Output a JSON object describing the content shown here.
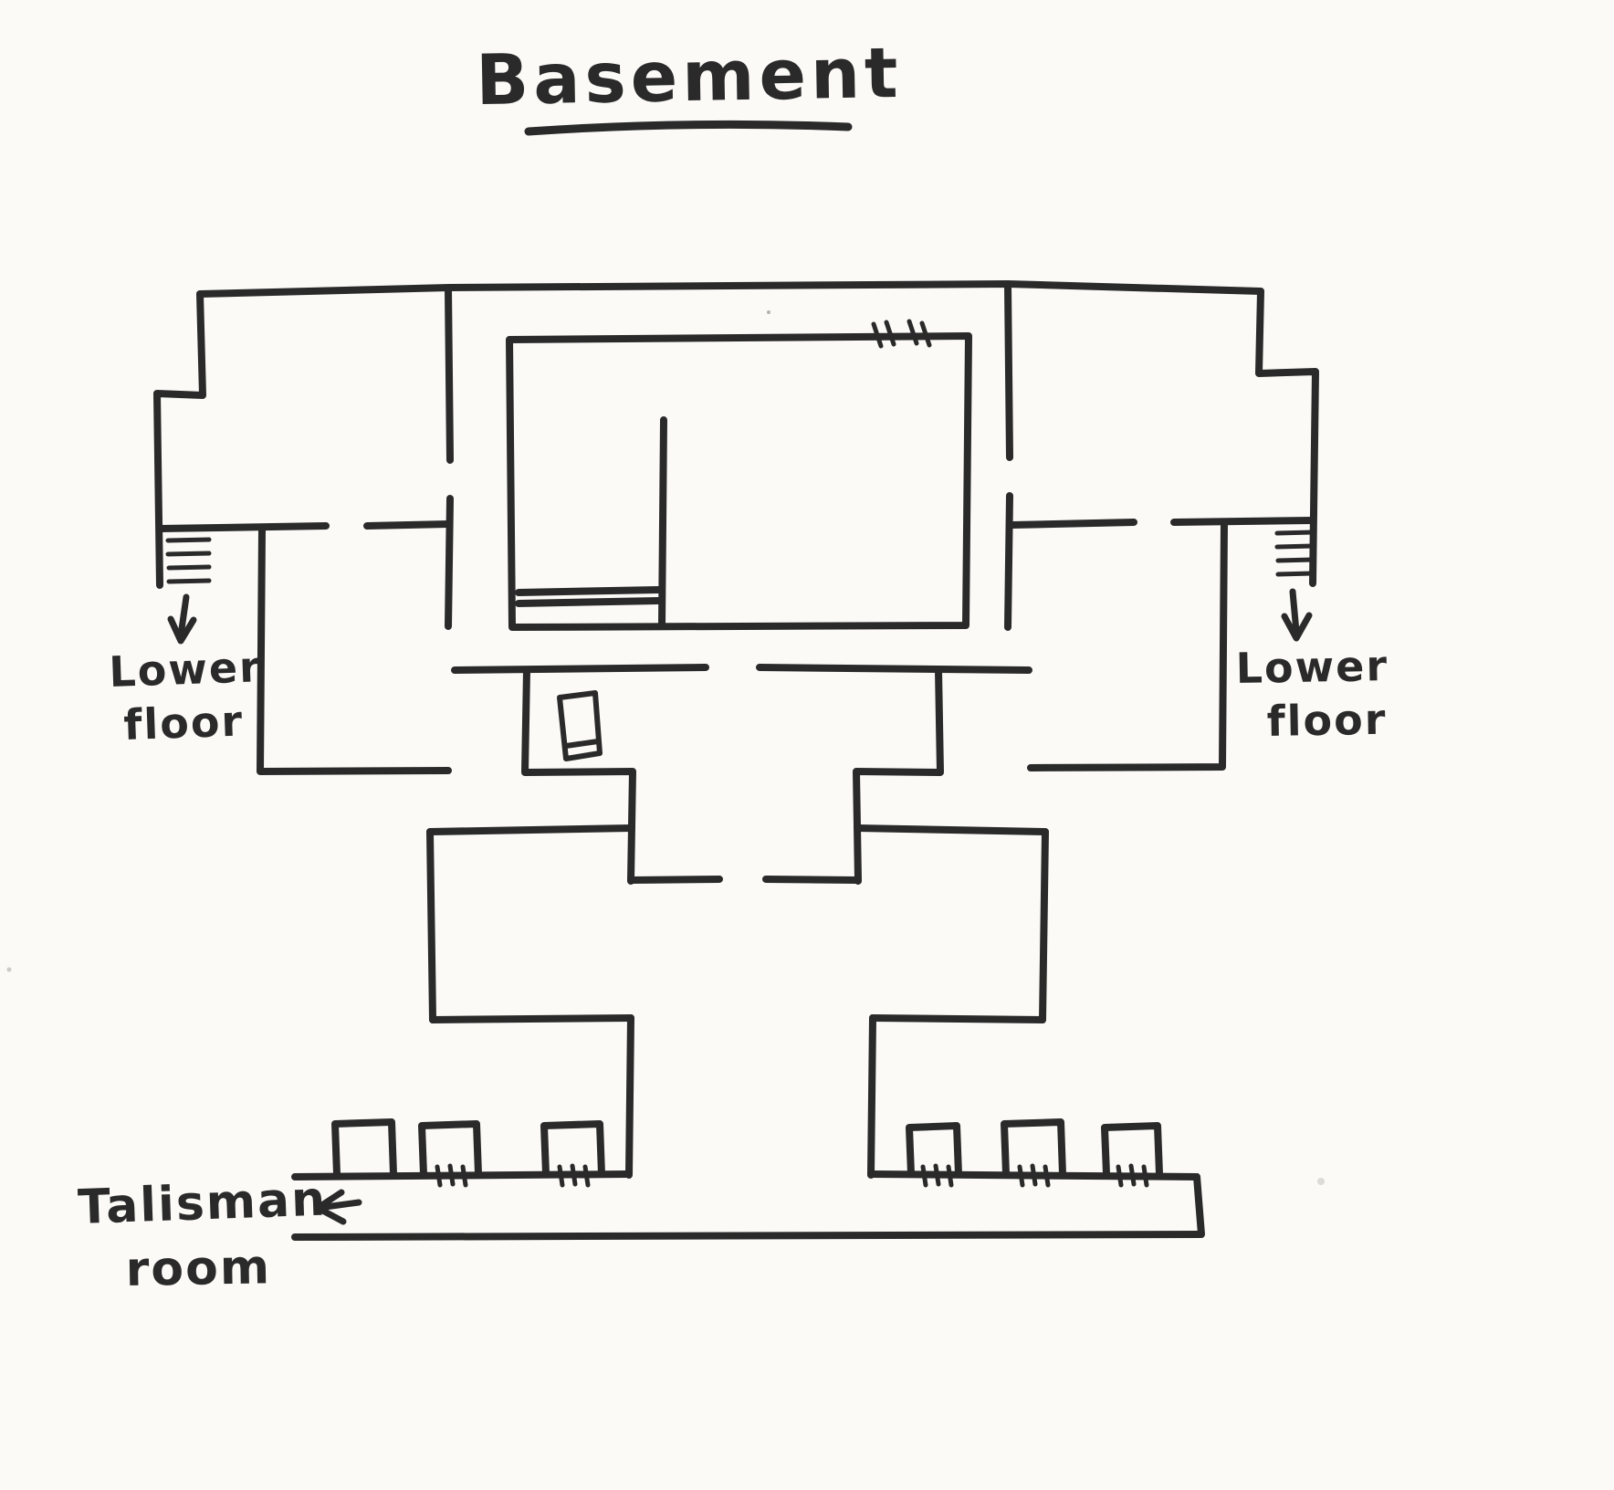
{
  "title": {
    "text": "Basement"
  },
  "labels": {
    "lower_floor_left": {
      "line1": "Lower",
      "line2": "floor"
    },
    "lower_floor_right": {
      "line1": "Lower",
      "line2": "floor"
    },
    "talisman_room": {
      "line1": "Talisman",
      "line2": "room"
    }
  },
  "colors": {
    "ink": "#2a2a2a",
    "paper": "#fbfaf7"
  }
}
